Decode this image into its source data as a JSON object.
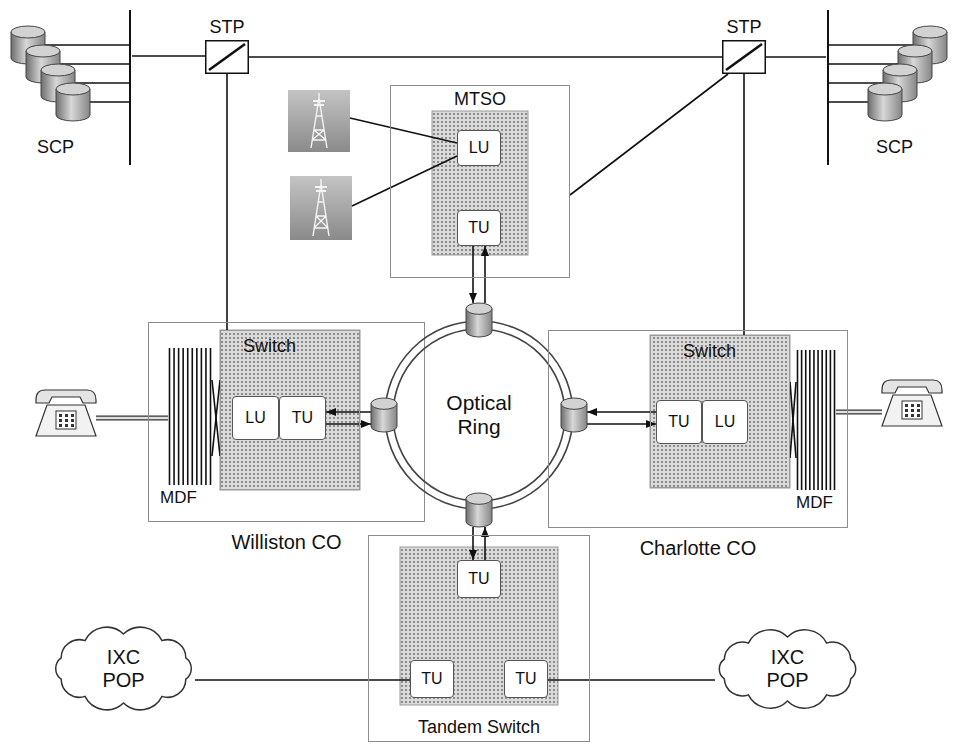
{
  "diagram": {
    "nodes": [
      {
        "text": [
          "SCP"
        ]
      },
      {
        "text": [
          "STP"
        ]
      },
      {
        "text": [
          "MTSO"
        ]
      },
      {
        "text": [
          "LU"
        ],
        "in": 2
      },
      {
        "text": [
          "TU"
        ],
        "in": 2
      },
      {
        "text": [
          "STP"
        ]
      },
      {
        "text": [
          "SCP"
        ]
      },
      {
        "text": [
          "Williston CO"
        ]
      },
      {
        "text": [
          "MDF"
        ],
        "in": 7
      },
      {
        "text": [
          "Switch"
        ],
        "in": 7
      },
      {
        "text": [
          "LU"
        ],
        "in": 9
      },
      {
        "text": [
          "TU"
        ],
        "in": 9
      },
      {
        "text": [
          "Optical Ring"
        ]
      },
      {
        "text": [
          "Charlotte CO"
        ]
      },
      {
        "text": [
          "Switch"
        ],
        "in": 13
      },
      {
        "text": [
          "TU"
        ],
        "in": 14
      },
      {
        "text": [
          "LU"
        ],
        "in": 14
      },
      {
        "text": [
          "MDF"
        ],
        "in": 13
      },
      {
        "text": [
          "Tandem Switch"
        ]
      },
      {
        "text": [
          "TU"
        ],
        "in": 18
      },
      {
        "text": [
          "IXC POP"
        ]
      },
      {
        "text": [
          "TU"
        ],
        "in": 18
      },
      {
        "text": [
          "TU"
        ],
        "in": 18
      },
      {
        "text": [
          "IXC POP"
        ]
      }
    ],
    "edges": [
      {
        "from": 0,
        "to": 1,
        "arrow": "none"
      },
      {
        "from": 1,
        "to": 5,
        "arrow": "none"
      },
      {
        "from": 5,
        "to": 6,
        "arrow": "none"
      },
      {
        "from": 1,
        "to": 9,
        "arrow": "none"
      },
      {
        "from": 5,
        "to": 14,
        "arrow": "none"
      },
      {
        "from": 5,
        "to": 2,
        "arrow": "none"
      },
      {
        "from": 4,
        "to": 12,
        "arrow": "both"
      },
      {
        "from": 11,
        "to": 12,
        "arrow": "both"
      },
      {
        "from": 15,
        "to": 12,
        "arrow": "both"
      },
      {
        "from": 19,
        "to": 12,
        "arrow": "both"
      },
      {
        "from": 20,
        "to": 21,
        "arrow": "none"
      },
      {
        "from": 22,
        "to": 23,
        "arrow": "none"
      },
      {
        "from": 8,
        "to": 9,
        "arrow": "none"
      },
      {
        "from": 14,
        "to": 17,
        "arrow": "none"
      }
    ]
  }
}
